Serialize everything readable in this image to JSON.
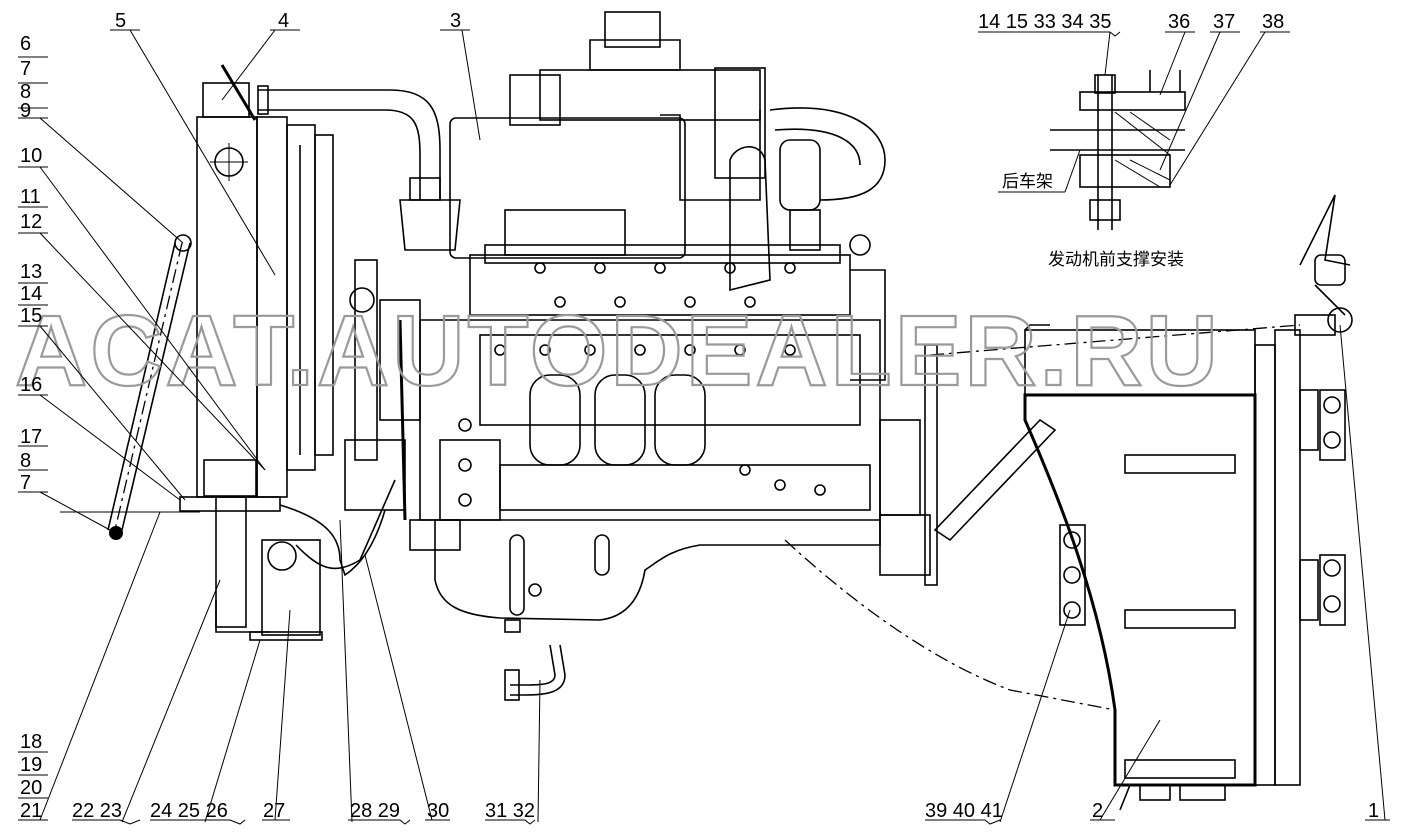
{
  "labels": {
    "l1": "1",
    "l2": "2",
    "l3": "3",
    "l4": "4",
    "l5": "5",
    "l6": "6",
    "l7a": "7",
    "l8a": "8",
    "l9": "9",
    "l10": "10",
    "l11": "11",
    "l12": "12",
    "l13": "13",
    "l14": "14",
    "l15": "15",
    "l16": "16",
    "l17": "17",
    "l8b": "8",
    "l7b": "7",
    "l18": "18",
    "l19": "19",
    "l20": "20",
    "l21": "21",
    "g2223": "22 23",
    "g242526": "24 25 26",
    "l27": "27",
    "g2829": "28 29",
    "l30": "30",
    "g3132": "31 32",
    "g394041": "39 40 41",
    "gtop": "14 15 33 34 35",
    "l36": "36",
    "l37": "37",
    "l38": "38"
  },
  "text": {
    "rear_frame": "后车架",
    "front_mount": "发动机前支撑安装"
  },
  "watermark": "ACAT.AUTODEALER.RU"
}
